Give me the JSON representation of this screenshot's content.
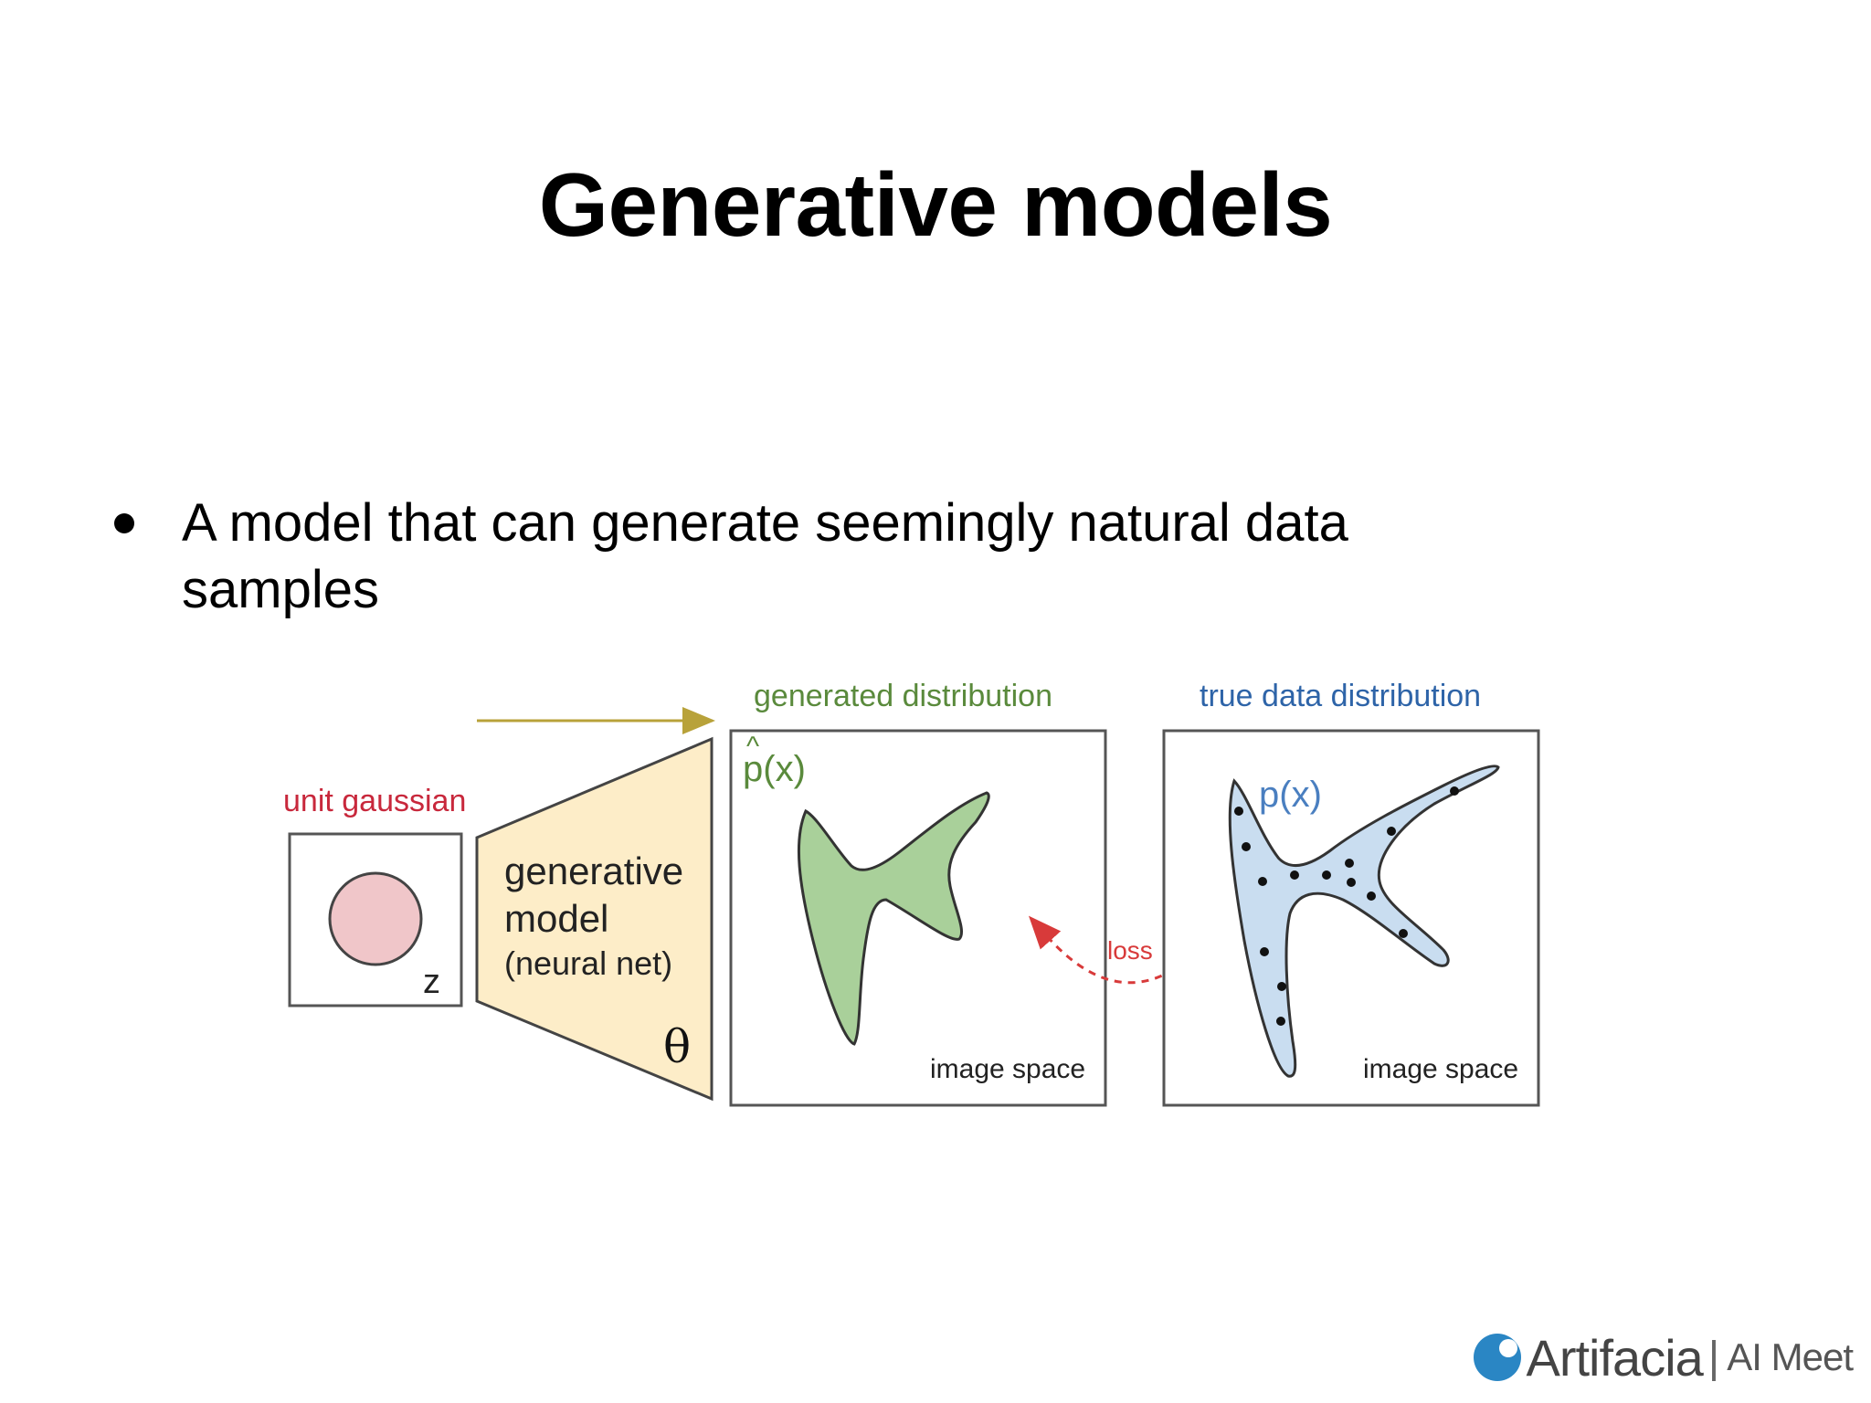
{
  "slide": {
    "title": "Generative models",
    "bullet": "A model that can generate seemingly natural data samples"
  },
  "diagram": {
    "unit_gaussian_label": "unit gaussian",
    "z_label": "z",
    "model_line1": "generative",
    "model_line2": "model",
    "model_line3": "(neural net)",
    "theta_label": "θ",
    "generated_title": "generated distribution",
    "generated_p_label": "p(x)",
    "generated_hat": "^",
    "true_title": "true data distribution",
    "true_p_label": "p(x)",
    "image_space_left": "image space",
    "image_space_right": "image space",
    "loss_label": "loss",
    "colors": {
      "red_label": "#c8283c",
      "green_label": "#5a8a3c",
      "blue_label": "#2e64a8",
      "gaussian_fill": "#f0c6c9",
      "trapezoid_fill": "#fdedc8",
      "green_fill": "#a9d09a",
      "blue_fill": "#c9ddf0",
      "arrow": "#b8a23a",
      "loss": "#d83a3a"
    }
  },
  "footer": {
    "brand": "Artifacia",
    "separator": "|",
    "sub": "AI Meet"
  }
}
